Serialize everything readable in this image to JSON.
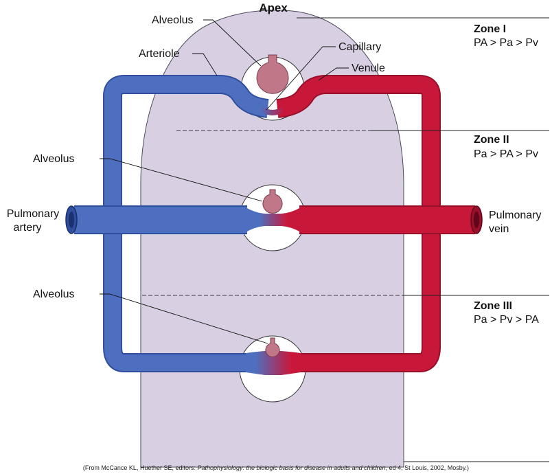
{
  "header": {
    "apex": "Apex"
  },
  "labels": {
    "alveolus_top": "Alveolus",
    "alveolus_mid": "Alveolus",
    "alveolus_bottom": "Alveolus",
    "arteriole": "Arteriole",
    "capillary": "Capillary",
    "venule": "Venule",
    "pulmonary_artery_line1": "Pulmonary",
    "pulmonary_artery_line2": "artery",
    "pulmonary_vein_line1": "Pulmonary",
    "pulmonary_vein_line2": "vein"
  },
  "zones": [
    {
      "title": "Zone I",
      "relation": "PA > Pa > Pv"
    },
    {
      "title": "Zone II",
      "relation": "Pa > PA > Pv"
    },
    {
      "title": "Zone III",
      "relation": "Pa > Pv > PA"
    }
  ],
  "caption": {
    "prefix": "(From McCance KL, Huether SE, editors: ",
    "title": "Pathophysiology: the biologic basis for disease in adults and children,",
    "suffix": " ed 4, St Louis, 2002, Mosby.)"
  },
  "colors": {
    "lung": "#d9cfe3",
    "lung_stroke": "#4a4a58",
    "artery": "#4e6fbf",
    "artery_dark": "#2f4f9e",
    "vein": "#c8183a",
    "vein_dark": "#99102a",
    "alveolus": "#c07788",
    "alveolus_stroke": "#7a3a4a"
  }
}
